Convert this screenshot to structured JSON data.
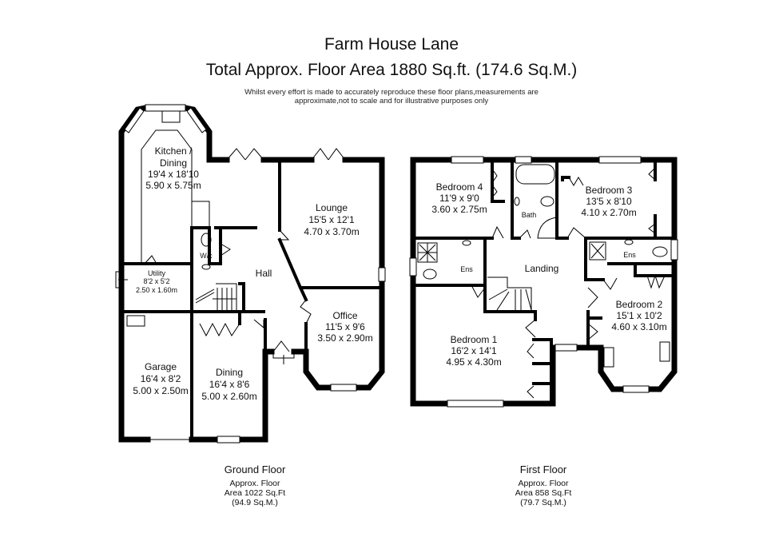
{
  "header": {
    "title": "Farm House Lane",
    "total_area": "Total Approx. Floor Area 1880 Sq.ft. (174.6 Sq.M.)",
    "disclaimer_line1": "Whilst every effort is made to accurately reproduce these floor plans,measurements are",
    "disclaimer_line2": "approximate,not to scale and for illustrative purposes only"
  },
  "ground_floor": {
    "caption": "Ground Floor",
    "area_line1": "Approx. Floor",
    "area_line2": "Area 1022 Sq.Ft",
    "area_line3": "(94.9 Sq.M.)",
    "rooms": {
      "kitchen": {
        "name1": "Kitchen /",
        "name2": "Dining",
        "imperial": "19'4 x 18'10",
        "metric": "5.90 x 5.75m"
      },
      "lounge": {
        "name": "Lounge",
        "imperial": "15'5 x 12'1",
        "metric": "4.70 x 3.70m"
      },
      "wc": {
        "name": "W/c"
      },
      "hall": {
        "name": "Hall"
      },
      "utility": {
        "name": "Utility",
        "imperial": "8'2 x 5'2",
        "metric": "2.50 x 1.60m"
      },
      "office": {
        "name": "Office",
        "imperial": "11'5 x 9'6",
        "metric": "3.50 x 2.90m"
      },
      "garage": {
        "name": "Garage",
        "imperial": "16'4 x 8'2",
        "metric": "5.00 x 2.50m"
      },
      "dining": {
        "name": "Dining",
        "imperial": "16'4 x 8'6",
        "metric": "5.00 x 2.60m"
      }
    }
  },
  "first_floor": {
    "caption": "First Floor",
    "area_line1": "Approx. Floor",
    "area_line2": "Area 858 Sq.Ft",
    "area_line3": "(79.7 Sq.M.)",
    "rooms": {
      "bedroom4": {
        "name": "Bedroom 4",
        "imperial": "11'9 x 9'0",
        "metric": "3.60 x 2.75m"
      },
      "bath": {
        "name": "Bath"
      },
      "bedroom3": {
        "name": "Bedroom 3",
        "imperial": "13'5 x 8'10",
        "metric": "4.10 x 2.70m"
      },
      "ens1": {
        "name": "Ens"
      },
      "landing": {
        "name": "Landing"
      },
      "ens2": {
        "name": "Ens"
      },
      "bedroom1": {
        "name": "Bedroom 1",
        "imperial": "16'2 x 14'1",
        "metric": "4.95 x 4.30m"
      },
      "bedroom2": {
        "name": "Bedroom 2",
        "imperial": "15'1 x 10'2",
        "metric": "4.60 x 3.10m"
      }
    }
  },
  "colors": {
    "wall": "#000000",
    "background": "#ffffff",
    "text": "#111111"
  }
}
